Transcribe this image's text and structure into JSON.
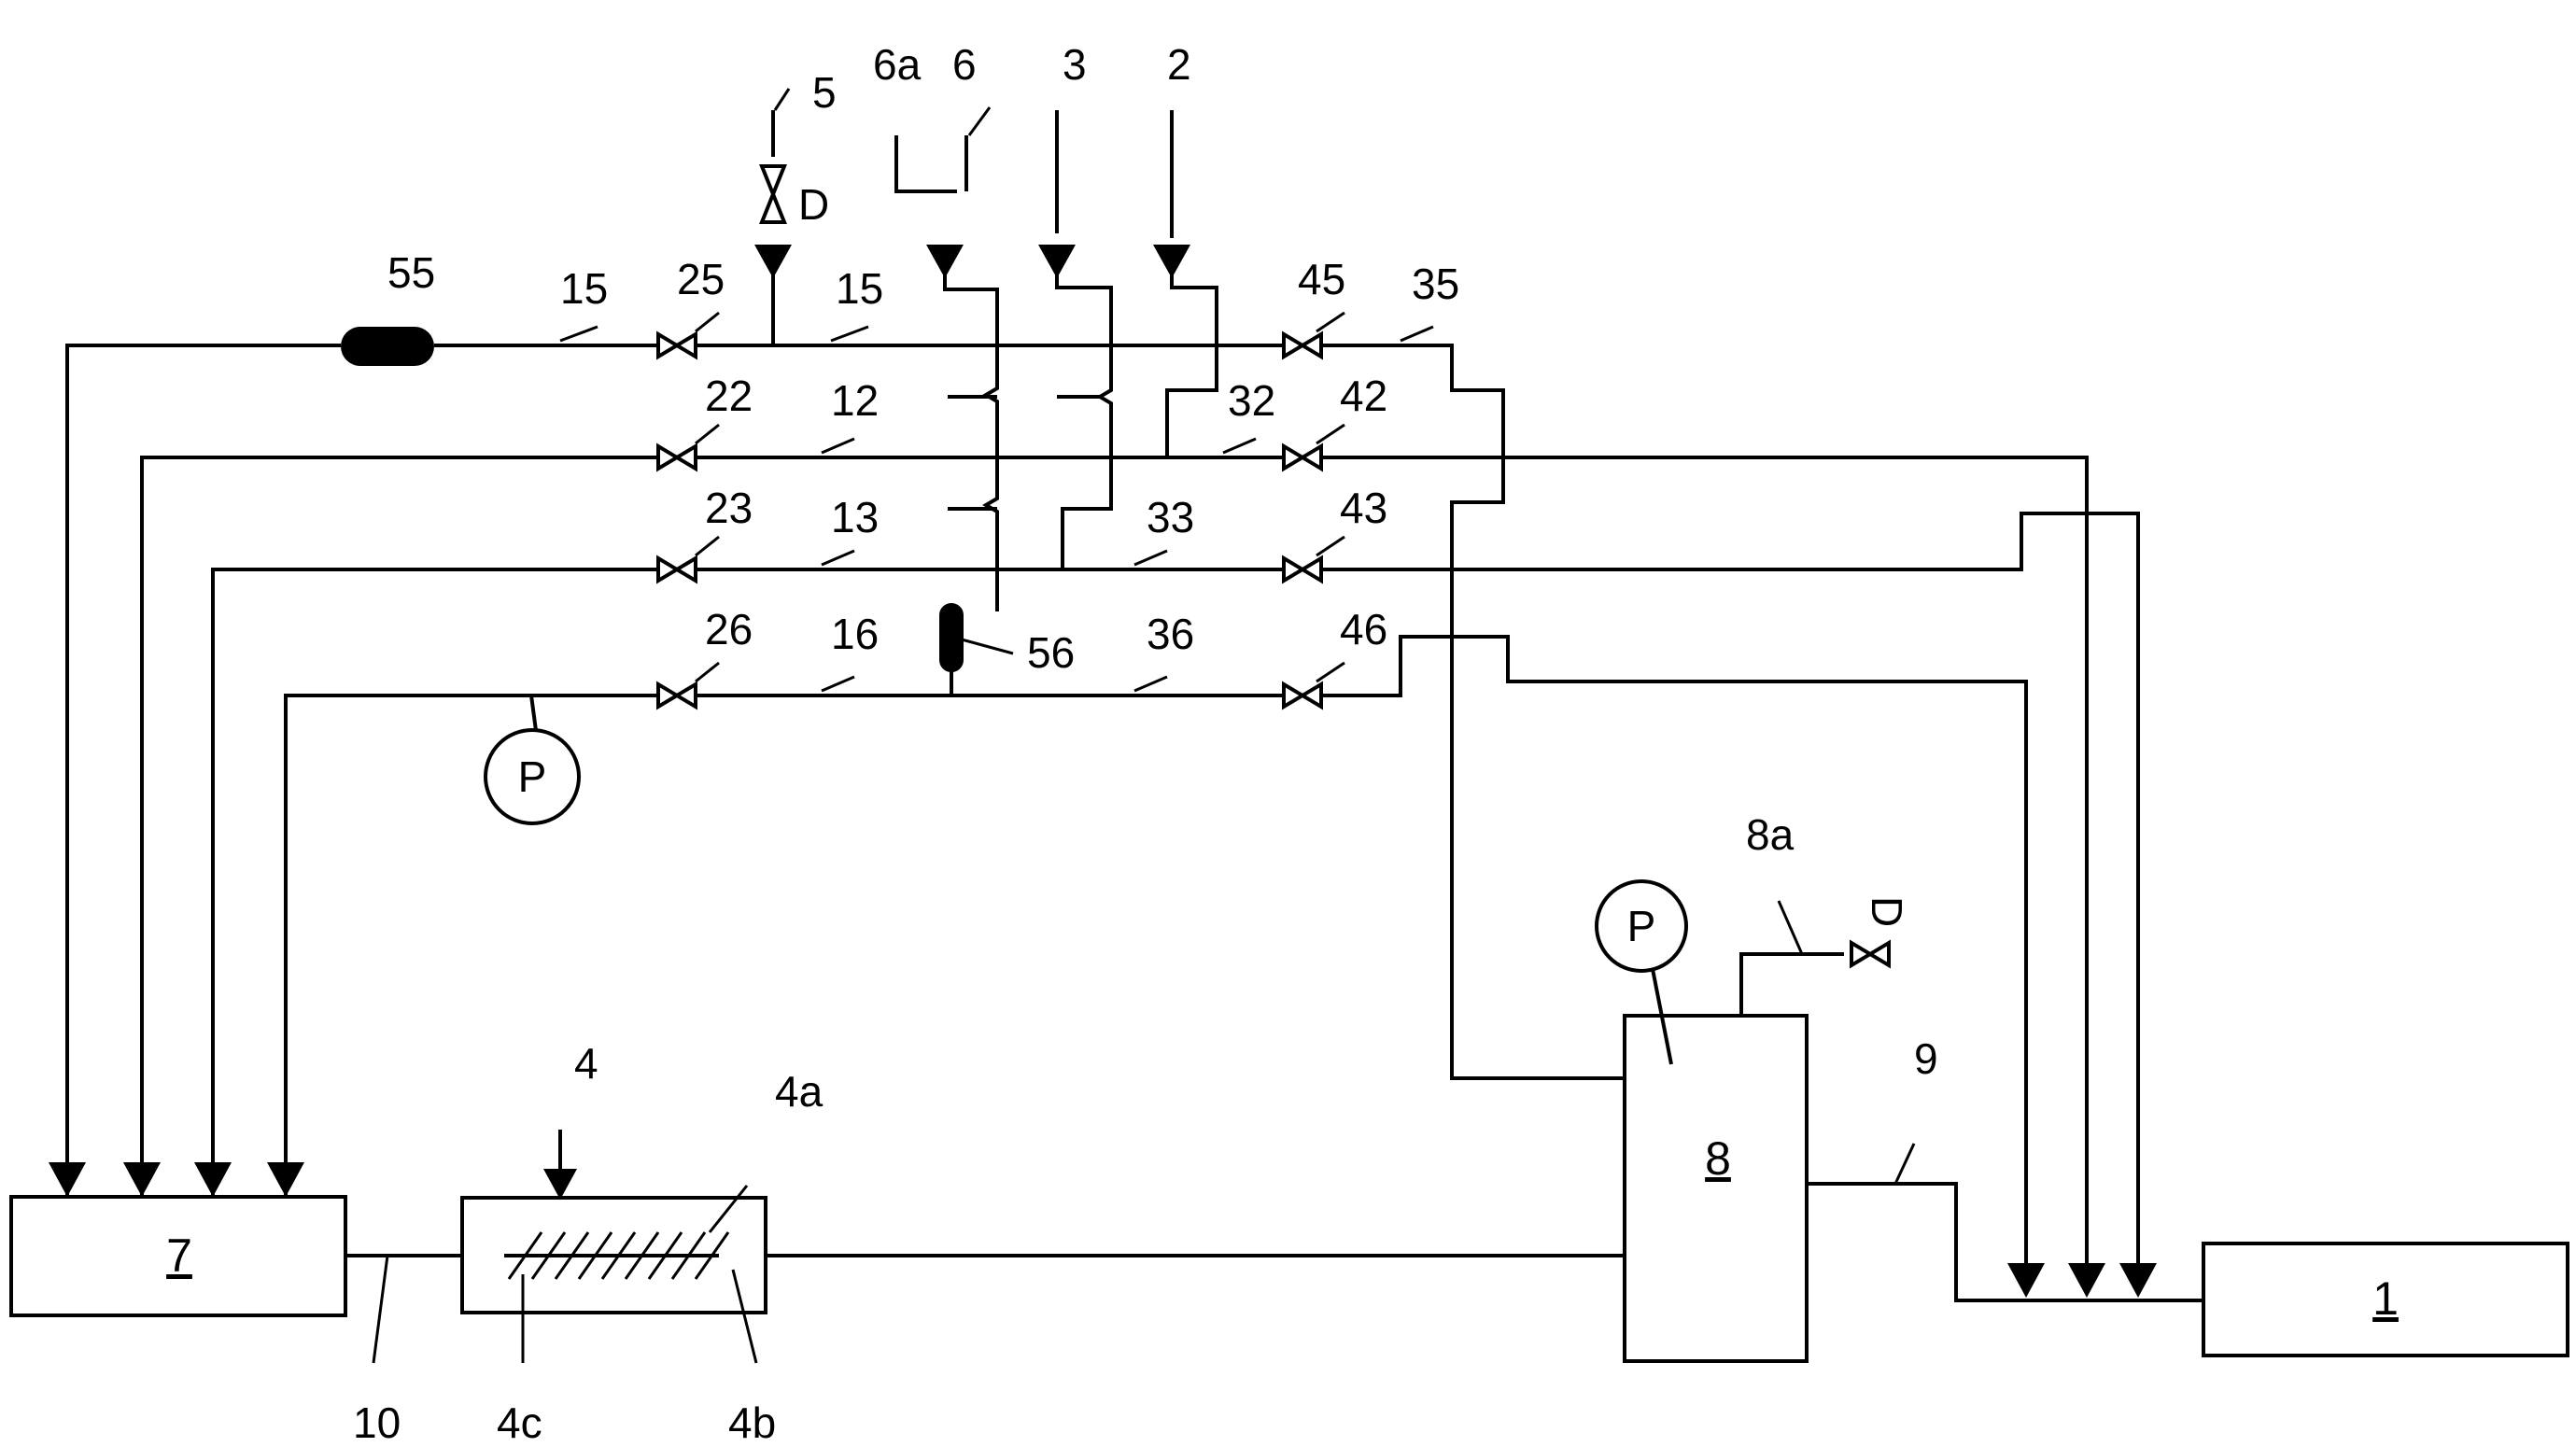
{
  "boxes": {
    "box_7": "7",
    "box_8": "8",
    "box_1": "1"
  },
  "gauges": {
    "gauge_left": "P",
    "gauge_tank": "P"
  },
  "labels": {
    "n5": "5",
    "n6a": "6a",
    "n6": "6",
    "n3": "3",
    "n2": "2",
    "D_top": "D",
    "D_right": "D",
    "n55": "55",
    "n15a": "15",
    "n25": "25",
    "n15b": "15",
    "n45": "45",
    "n35": "35",
    "n22": "22",
    "n12": "12",
    "n32": "32",
    "n42": "42",
    "n23": "23",
    "n13": "13",
    "n33": "33",
    "n43": "43",
    "n26": "26",
    "n16": "16",
    "n56": "56",
    "n36": "36",
    "n46": "46",
    "n8a": "8a",
    "n9": "9",
    "n4": "4",
    "n4a": "4a",
    "n4c": "4c",
    "n4b": "4b",
    "n10": "10"
  }
}
